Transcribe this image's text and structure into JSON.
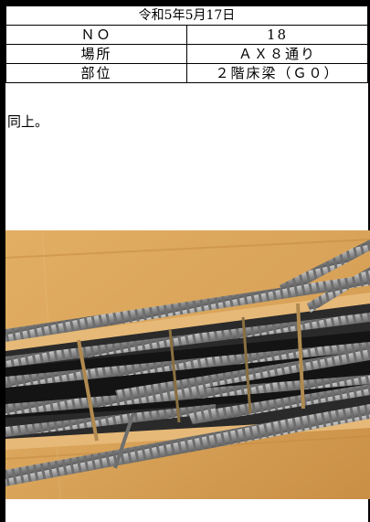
{
  "record": {
    "date": "令和5年5月17日",
    "rows": [
      {
        "label": "ＮＯ",
        "value": "18"
      },
      {
        "label": "場所",
        "value": "ＡＸ８通り"
      },
      {
        "label": "部位",
        "value": "２階床梁（Ｇ０）"
      }
    ],
    "note": "同上。"
  },
  "photo": {
    "subject": "rebar-beam-photo",
    "colors": {
      "formwork": "#d9a45a",
      "rebar": "#8e8e8e",
      "shadow": "#1a1a1a"
    }
  }
}
